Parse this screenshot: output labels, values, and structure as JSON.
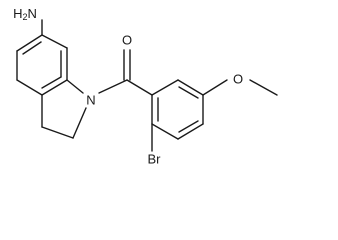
{
  "molecule": {
    "labels": {
      "amine": "H2N",
      "ring_nitrogen": "N",
      "carbonyl_oxygen": "O",
      "methoxy_oxygen": "O",
      "bromine": "Br"
    }
  }
}
